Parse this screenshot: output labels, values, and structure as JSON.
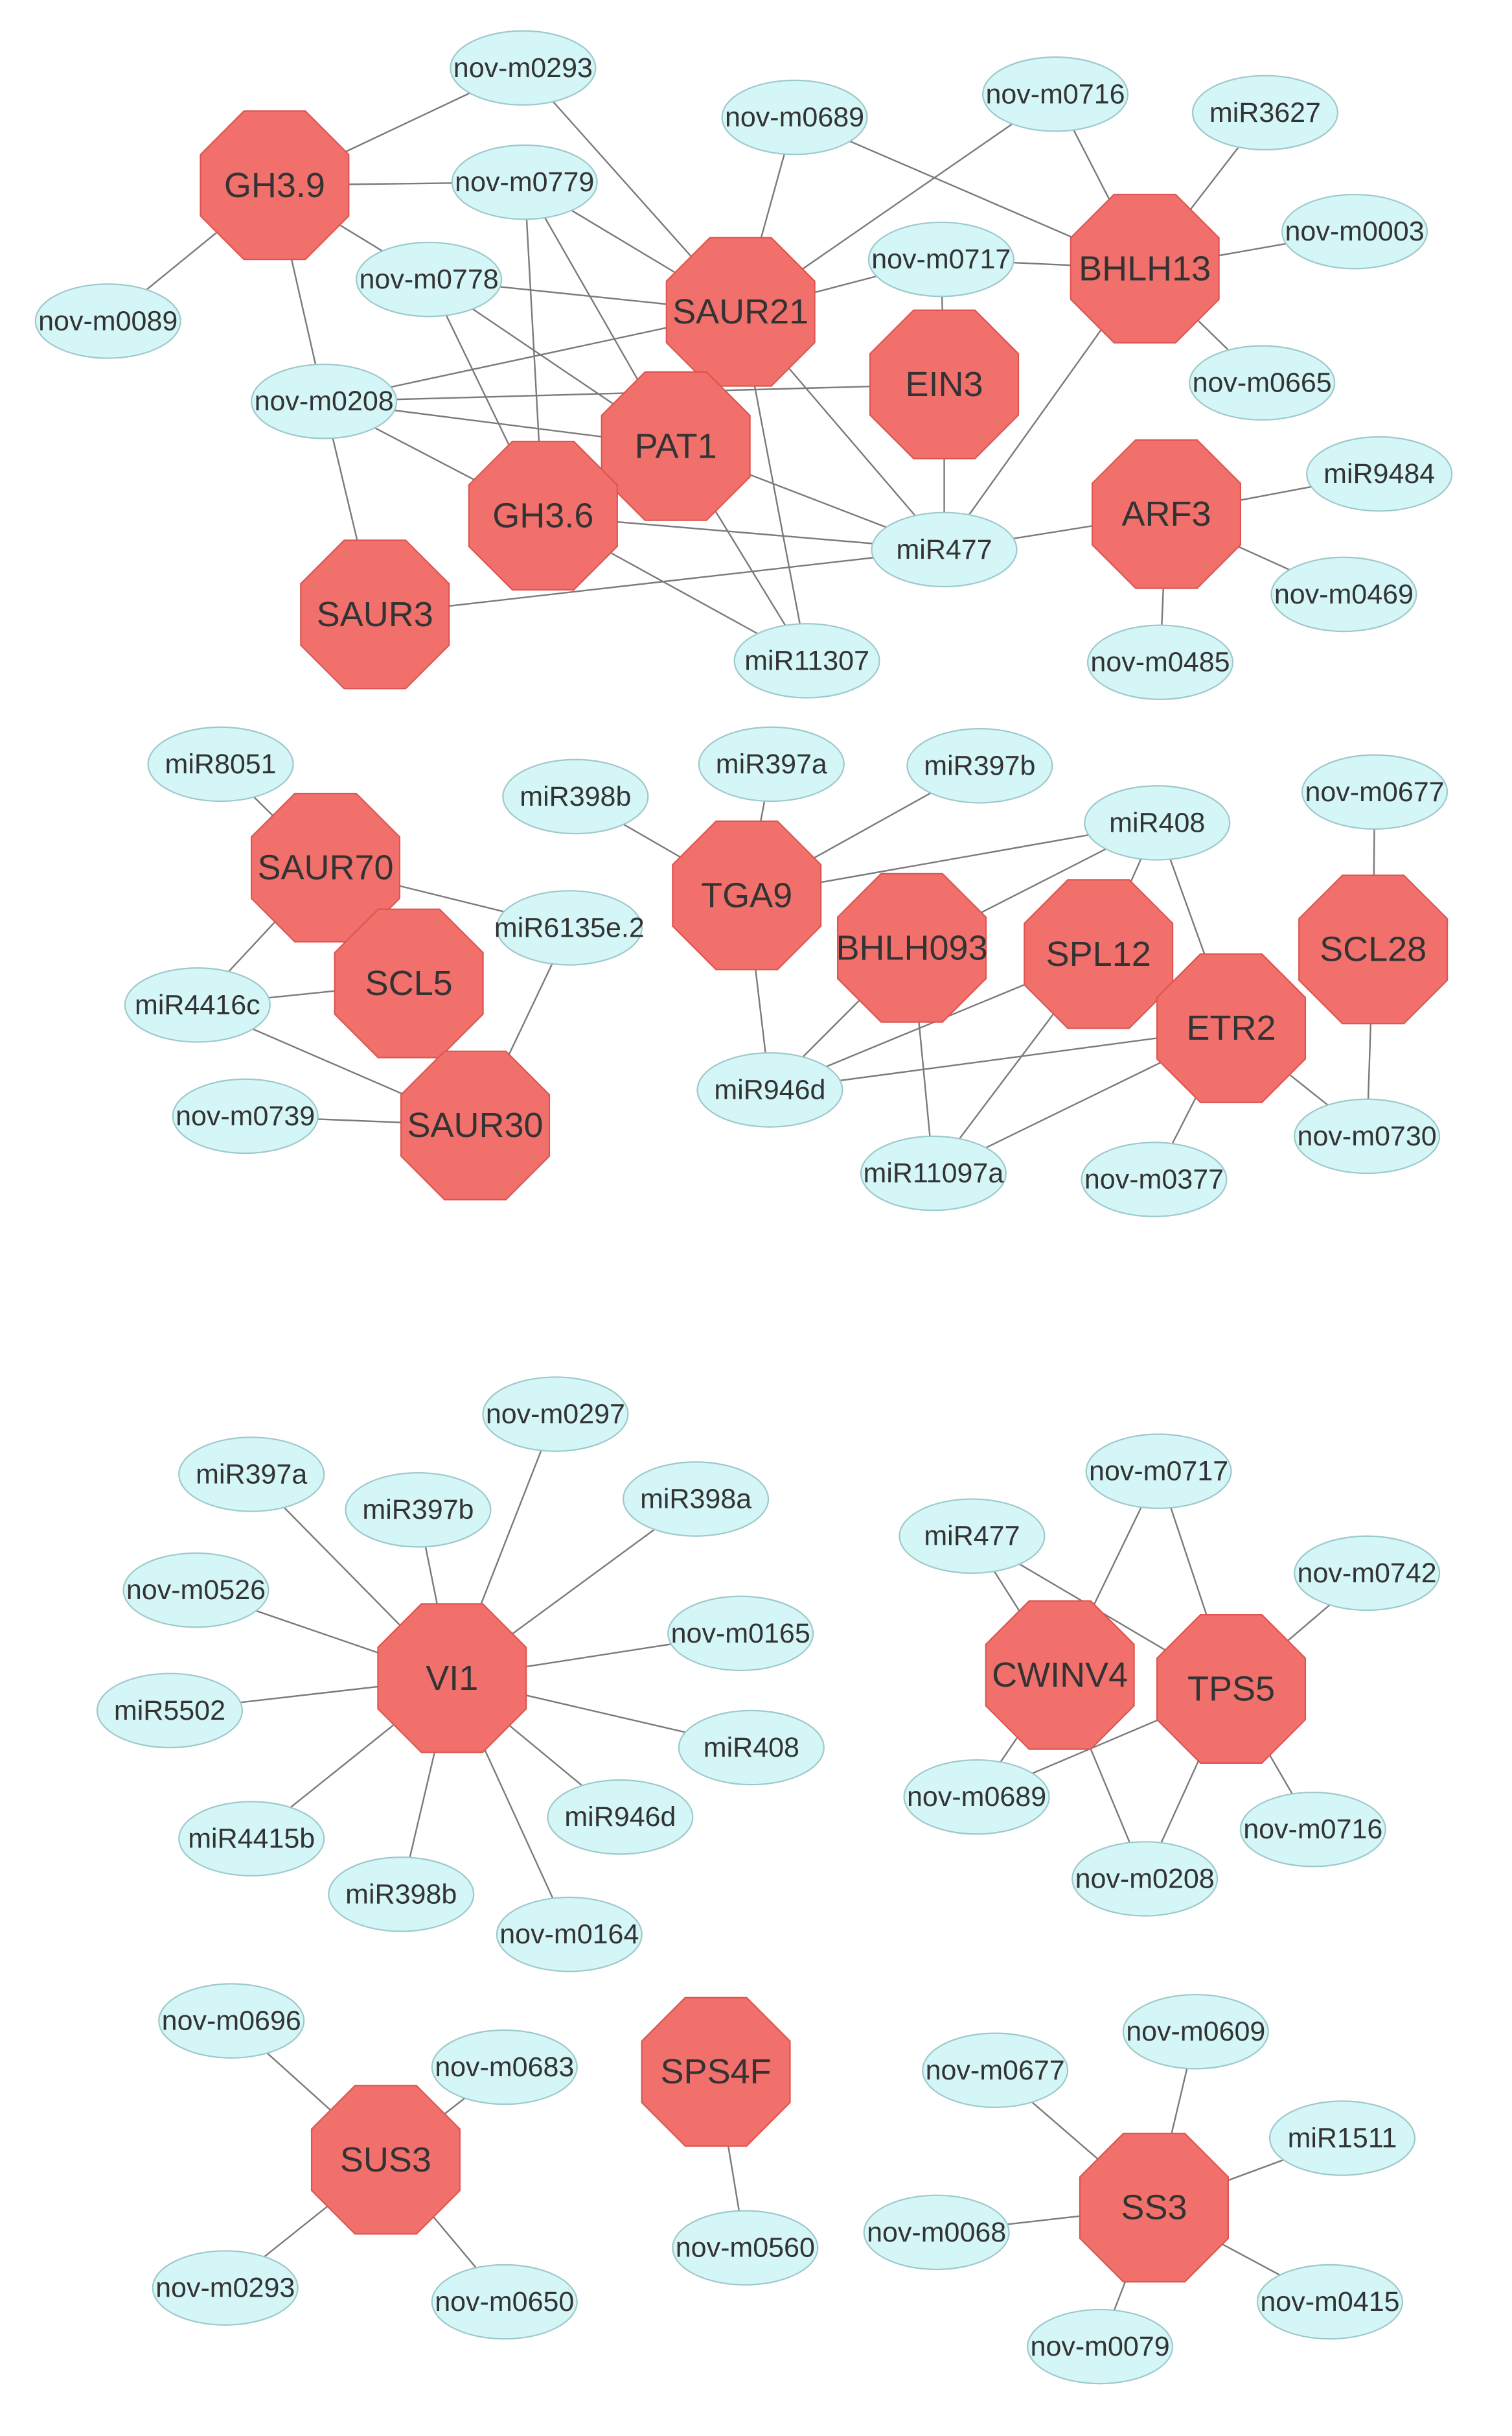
{
  "colors": {
    "gene_fill": "#f2706c",
    "gene_stroke": "#dd5550",
    "mirna_fill": "#d5f6f7",
    "mirna_stroke": "#9ec9cc",
    "edge": "#7a7a7a"
  },
  "genes": [
    {
      "id": "g_GH3.9",
      "label": "GH3.9"
    },
    {
      "id": "g_SAUR21",
      "label": "SAUR21"
    },
    {
      "id": "g_BHLH13",
      "label": "BHLH13"
    },
    {
      "id": "g_EIN3",
      "label": "EIN3"
    },
    {
      "id": "g_PAT1",
      "label": "PAT1"
    },
    {
      "id": "g_GH3.6",
      "label": "GH3.6"
    },
    {
      "id": "g_ARF3",
      "label": "ARF3"
    },
    {
      "id": "g_SAUR3",
      "label": "SAUR3"
    },
    {
      "id": "g_SAUR70",
      "label": "SAUR70"
    },
    {
      "id": "g_SCL5",
      "label": "SCL5"
    },
    {
      "id": "g_SAUR30",
      "label": "SAUR30"
    },
    {
      "id": "g_TGA9",
      "label": "TGA9"
    },
    {
      "id": "g_BHLH093",
      "label": "BHLH093"
    },
    {
      "id": "g_SPL12",
      "label": "SPL12"
    },
    {
      "id": "g_SCL28",
      "label": "SCL28"
    },
    {
      "id": "g_ETR2",
      "label": "ETR2"
    },
    {
      "id": "g_VI1",
      "label": "VI1"
    },
    {
      "id": "g_CWINV4",
      "label": "CWINV4"
    },
    {
      "id": "g_TPS5",
      "label": "TPS5"
    },
    {
      "id": "g_SPS4F",
      "label": "SPS4F"
    },
    {
      "id": "g_SUS3",
      "label": "SUS3"
    },
    {
      "id": "g_SS3",
      "label": "SS3"
    }
  ],
  "mirnas": [
    {
      "id": "m1_0293",
      "label": "nov-m0293"
    },
    {
      "id": "m1_0689",
      "label": "nov-m0689"
    },
    {
      "id": "m1_0716",
      "label": "nov-m0716"
    },
    {
      "id": "m1_3627",
      "label": "miR3627"
    },
    {
      "id": "m1_0779",
      "label": "nov-m0779"
    },
    {
      "id": "m1_0003",
      "label": "nov-m0003"
    },
    {
      "id": "m1_0778",
      "label": "nov-m0778"
    },
    {
      "id": "m1_0717",
      "label": "nov-m0717"
    },
    {
      "id": "m1_0089",
      "label": "nov-m0089"
    },
    {
      "id": "m1_0665",
      "label": "nov-m0665"
    },
    {
      "id": "m1_0208",
      "label": "nov-m0208"
    },
    {
      "id": "m1_9484",
      "label": "miR9484"
    },
    {
      "id": "m1_477",
      "label": "miR477"
    },
    {
      "id": "m1_0469",
      "label": "nov-m0469"
    },
    {
      "id": "m1_11307",
      "label": "miR11307"
    },
    {
      "id": "m1_0485",
      "label": "nov-m0485"
    },
    {
      "id": "m2_8051",
      "label": "miR8051"
    },
    {
      "id": "m2_397a",
      "label": "miR397a"
    },
    {
      "id": "m2_397b",
      "label": "miR397b"
    },
    {
      "id": "m2_398b",
      "label": "miR398b"
    },
    {
      "id": "m2_408",
      "label": "miR408"
    },
    {
      "id": "m2_0677",
      "label": "nov-m0677"
    },
    {
      "id": "m2_6135",
      "label": "miR6135e.2"
    },
    {
      "id": "m2_4416c",
      "label": "miR4416c"
    },
    {
      "id": "m2_946d",
      "label": "miR946d"
    },
    {
      "id": "m2_0739",
      "label": "nov-m0739"
    },
    {
      "id": "m2_0730",
      "label": "nov-m0730"
    },
    {
      "id": "m2_11097a",
      "label": "miR11097a"
    },
    {
      "id": "m2_0377",
      "label": "nov-m0377"
    },
    {
      "id": "m3_0297",
      "label": "nov-m0297"
    },
    {
      "id": "m3_397a",
      "label": "miR397a"
    },
    {
      "id": "m3_397b",
      "label": "miR397b"
    },
    {
      "id": "m3_398a",
      "label": "miR398a"
    },
    {
      "id": "m3_0526",
      "label": "nov-m0526"
    },
    {
      "id": "m3_0165",
      "label": "nov-m0165"
    },
    {
      "id": "m3_5502",
      "label": "miR5502"
    },
    {
      "id": "m3_408",
      "label": "miR408"
    },
    {
      "id": "m3_946d",
      "label": "miR946d"
    },
    {
      "id": "m3_4415b",
      "label": "miR4415b"
    },
    {
      "id": "m3_398b",
      "label": "miR398b"
    },
    {
      "id": "m3_0164",
      "label": "nov-m0164"
    },
    {
      "id": "m4_0717",
      "label": "nov-m0717"
    },
    {
      "id": "m4_477",
      "label": "miR477"
    },
    {
      "id": "m4_0742",
      "label": "nov-m0742"
    },
    {
      "id": "m4_0689",
      "label": "nov-m0689"
    },
    {
      "id": "m4_0716",
      "label": "nov-m0716"
    },
    {
      "id": "m4_0208",
      "label": "nov-m0208"
    },
    {
      "id": "m5_0696",
      "label": "nov-m0696"
    },
    {
      "id": "m5_0683",
      "label": "nov-m0683"
    },
    {
      "id": "m5_0293",
      "label": "nov-m0293"
    },
    {
      "id": "m5_0650",
      "label": "nov-m0650"
    },
    {
      "id": "m5_0560",
      "label": "nov-m0560"
    },
    {
      "id": "m5_0609",
      "label": "nov-m0609"
    },
    {
      "id": "m5_0677",
      "label": "nov-m0677"
    },
    {
      "id": "m5_1511",
      "label": "miR1511"
    },
    {
      "id": "m5_0068",
      "label": "nov-m0068"
    },
    {
      "id": "m5_0415",
      "label": "nov-m0415"
    },
    {
      "id": "m5_0079",
      "label": "nov-m0079"
    }
  ],
  "edges": [
    [
      "g_GH3.9",
      "m1_0293"
    ],
    [
      "g_GH3.9",
      "m1_0779"
    ],
    [
      "g_GH3.9",
      "m1_0778"
    ],
    [
      "g_GH3.9",
      "m1_0089"
    ],
    [
      "g_GH3.9",
      "m1_0208"
    ],
    [
      "g_SAUR21",
      "m1_0293"
    ],
    [
      "g_SAUR21",
      "m1_0689"
    ],
    [
      "g_SAUR21",
      "m1_0716"
    ],
    [
      "g_SAUR21",
      "m1_0779"
    ],
    [
      "g_SAUR21",
      "m1_0778"
    ],
    [
      "g_SAUR21",
      "m1_0717"
    ],
    [
      "g_SAUR21",
      "m1_0208"
    ],
    [
      "g_SAUR21",
      "m1_477"
    ],
    [
      "g_SAUR21",
      "m1_11307"
    ],
    [
      "g_BHLH13",
      "m1_0689"
    ],
    [
      "g_BHLH13",
      "m1_0716"
    ],
    [
      "g_BHLH13",
      "m1_3627"
    ],
    [
      "g_BHLH13",
      "m1_0003"
    ],
    [
      "g_BHLH13",
      "m1_0717"
    ],
    [
      "g_BHLH13",
      "m1_0665"
    ],
    [
      "g_BHLH13",
      "m1_477"
    ],
    [
      "g_EIN3",
      "m1_0717"
    ],
    [
      "g_EIN3",
      "m1_0208"
    ],
    [
      "g_EIN3",
      "m1_477"
    ],
    [
      "g_PAT1",
      "m1_0779"
    ],
    [
      "g_PAT1",
      "m1_0778"
    ],
    [
      "g_PAT1",
      "m1_0208"
    ],
    [
      "g_PAT1",
      "m1_477"
    ],
    [
      "g_PAT1",
      "m1_11307"
    ],
    [
      "g_GH3.6",
      "m1_0779"
    ],
    [
      "g_GH3.6",
      "m1_0778"
    ],
    [
      "g_GH3.6",
      "m1_0208"
    ],
    [
      "g_GH3.6",
      "m1_477"
    ],
    [
      "g_GH3.6",
      "m1_11307"
    ],
    [
      "g_ARF3",
      "m1_9484"
    ],
    [
      "g_ARF3",
      "m1_0469"
    ],
    [
      "g_ARF3",
      "m1_0485"
    ],
    [
      "g_ARF3",
      "m1_477"
    ],
    [
      "g_SAUR3",
      "m1_0208"
    ],
    [
      "g_SAUR3",
      "m1_477"
    ],
    [
      "g_SAUR70",
      "m2_8051"
    ],
    [
      "g_SAUR70",
      "m2_6135"
    ],
    [
      "g_SAUR70",
      "m2_4416c"
    ],
    [
      "g_SCL5",
      "m2_4416c"
    ],
    [
      "g_SAUR30",
      "m2_6135"
    ],
    [
      "g_SAUR30",
      "m2_4416c"
    ],
    [
      "g_SAUR30",
      "m2_0739"
    ],
    [
      "g_TGA9",
      "m2_397a"
    ],
    [
      "g_TGA9",
      "m2_397b"
    ],
    [
      "g_TGA9",
      "m2_398b"
    ],
    [
      "g_TGA9",
      "m2_408"
    ],
    [
      "g_TGA9",
      "m2_946d"
    ],
    [
      "g_BHLH093",
      "m2_408"
    ],
    [
      "g_BHLH093",
      "m2_946d"
    ],
    [
      "g_BHLH093",
      "m2_11097a"
    ],
    [
      "g_SPL12",
      "m2_408"
    ],
    [
      "g_SPL12",
      "m2_946d"
    ],
    [
      "g_SPL12",
      "m2_11097a"
    ],
    [
      "g_ETR2",
      "m2_408"
    ],
    [
      "g_ETR2",
      "m2_946d"
    ],
    [
      "g_ETR2",
      "m2_11097a"
    ],
    [
      "g_ETR2",
      "m2_0377"
    ],
    [
      "g_ETR2",
      "m2_0730"
    ],
    [
      "g_SCL28",
      "m2_0677"
    ],
    [
      "g_SCL28",
      "m2_0730"
    ],
    [
      "g_VI1",
      "m3_0297"
    ],
    [
      "g_VI1",
      "m3_397a"
    ],
    [
      "g_VI1",
      "m3_397b"
    ],
    [
      "g_VI1",
      "m3_398a"
    ],
    [
      "g_VI1",
      "m3_0526"
    ],
    [
      "g_VI1",
      "m3_0165"
    ],
    [
      "g_VI1",
      "m3_5502"
    ],
    [
      "g_VI1",
      "m3_408"
    ],
    [
      "g_VI1",
      "m3_946d"
    ],
    [
      "g_VI1",
      "m3_4415b"
    ],
    [
      "g_VI1",
      "m3_398b"
    ],
    [
      "g_VI1",
      "m3_0164"
    ],
    [
      "g_CWINV4",
      "m4_477"
    ],
    [
      "g_CWINV4",
      "m4_0717"
    ],
    [
      "g_CWINV4",
      "m4_0689"
    ],
    [
      "g_CWINV4",
      "m4_0208"
    ],
    [
      "g_TPS5",
      "m4_477"
    ],
    [
      "g_TPS5",
      "m4_0717"
    ],
    [
      "g_TPS5",
      "m4_0742"
    ],
    [
      "g_TPS5",
      "m4_0689"
    ],
    [
      "g_TPS5",
      "m4_0716"
    ],
    [
      "g_TPS5",
      "m4_0208"
    ],
    [
      "g_SUS3",
      "m5_0696"
    ],
    [
      "g_SUS3",
      "m5_0683"
    ],
    [
      "g_SUS3",
      "m5_0293"
    ],
    [
      "g_SUS3",
      "m5_0650"
    ],
    [
      "g_SPS4F",
      "m5_0560"
    ],
    [
      "g_SS3",
      "m5_0609"
    ],
    [
      "g_SS3",
      "m5_0677"
    ],
    [
      "g_SS3",
      "m5_1511"
    ],
    [
      "g_SS3",
      "m5_0068"
    ],
    [
      "g_SS3",
      "m5_0415"
    ],
    [
      "g_SS3",
      "m5_0079"
    ]
  ]
}
